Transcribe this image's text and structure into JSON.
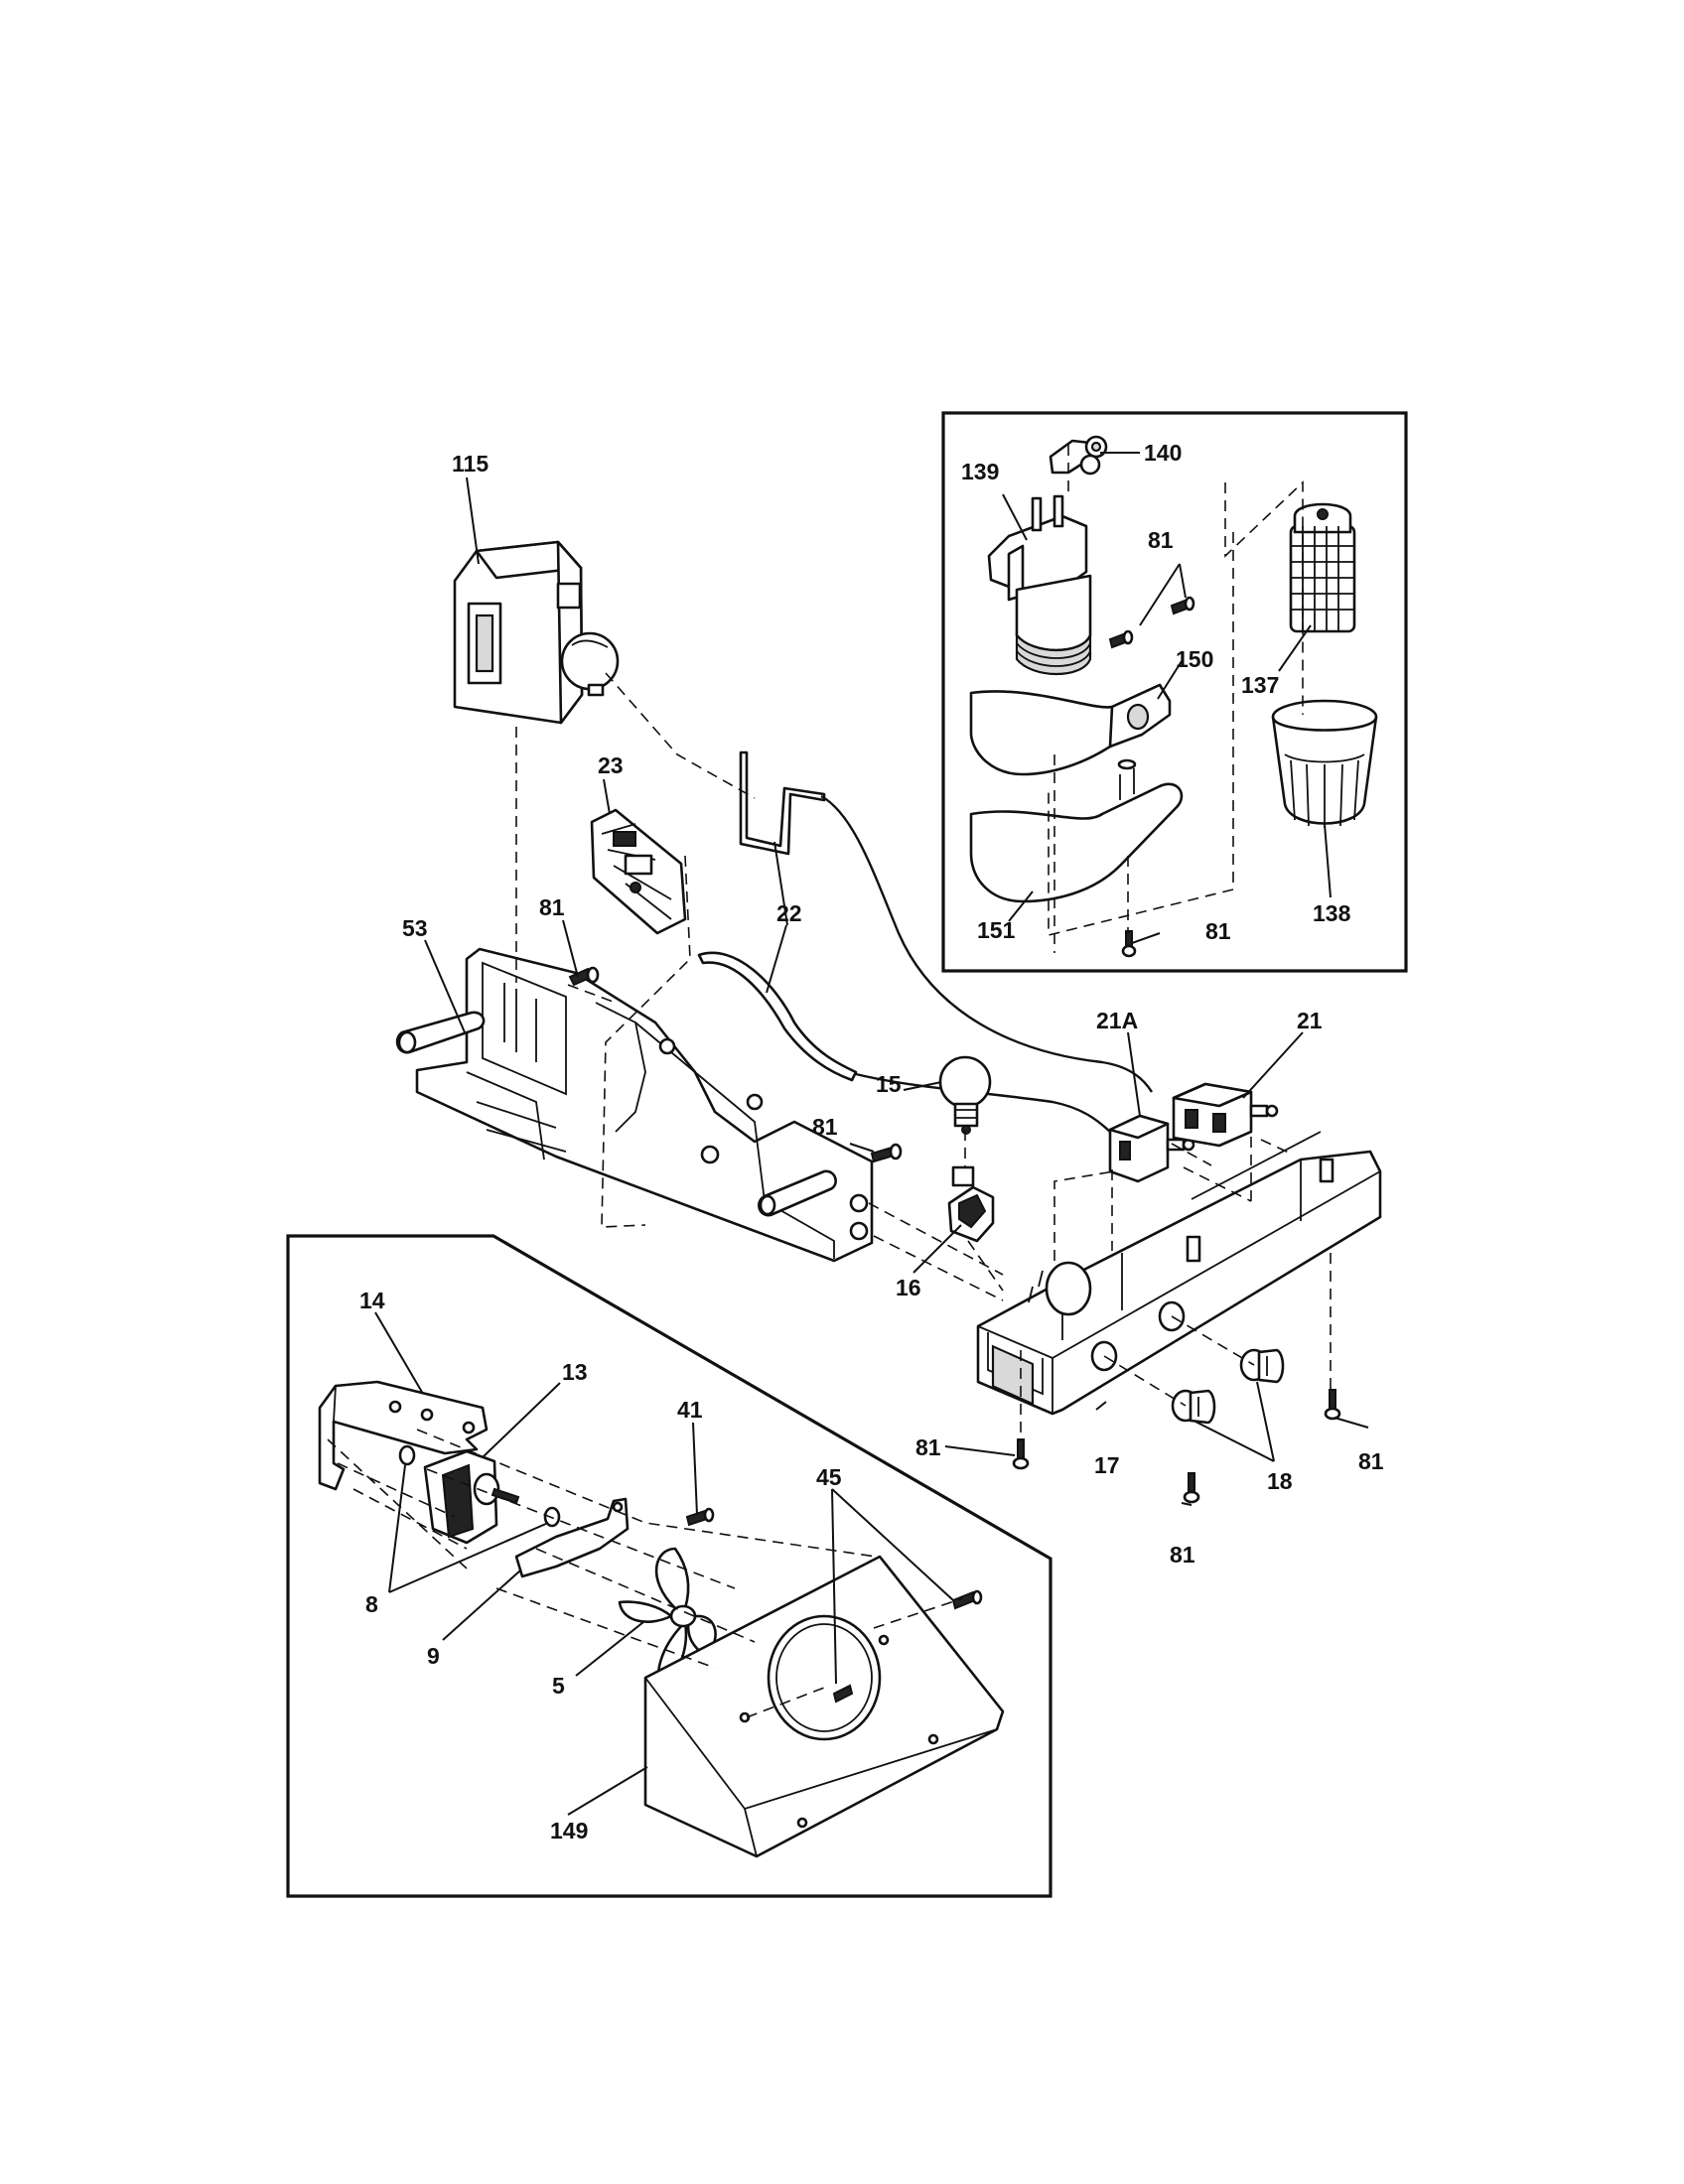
{
  "callouts": {
    "c115": "115",
    "c23": "23",
    "c22a": "22",
    "c53": "53",
    "c81_left": "81",
    "c81_mid": "81",
    "c15": "15",
    "c16": "16",
    "c21A": "21A",
    "c21": "21",
    "c17": "17",
    "c18": "18",
    "c81_r1": "81",
    "c81_r2": "81",
    "c81_r3": "81",
    "c140": "140",
    "c139": "139",
    "c81_inset1": "81",
    "c150": "150",
    "c137": "137",
    "c138": "138",
    "c151": "151",
    "c81_inset2": "81",
    "c14": "14",
    "c13": "13",
    "c41": "41",
    "c45": "45",
    "c8": "8",
    "c9": "9",
    "c5": "5",
    "c149": "149"
  }
}
